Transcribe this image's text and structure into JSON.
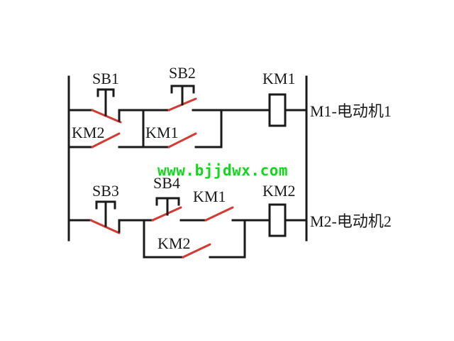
{
  "rung1": {
    "sb1_label": "SB1",
    "sb2_label": "SB2",
    "km2_label": "KM2",
    "km1_label": "KM1",
    "coil_label": "KM1",
    "motor_label": "M1-电动机1"
  },
  "rung2": {
    "sb3_label": "SB3",
    "sb4_label": "SB4",
    "km1_label": "KM1",
    "km2_label": "KM2",
    "coil_label": "KM2",
    "motor_label": "M2-电动机2"
  },
  "watermark": "www.bjjdwx.com",
  "colors": {
    "wire": "#1a1a1a",
    "contact": "#d23a32",
    "watermark": "#10d81c"
  }
}
